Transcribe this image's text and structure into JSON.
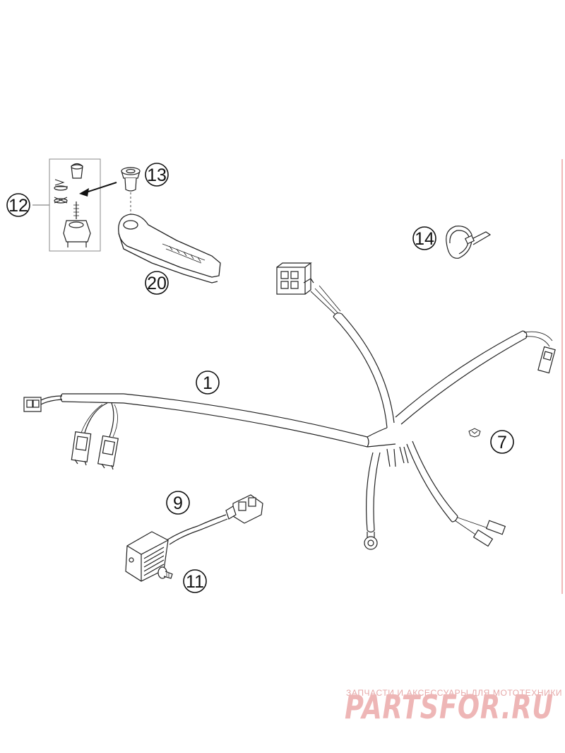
{
  "callouts": {
    "harness": "1",
    "clip": "7",
    "regulator": "9",
    "screw": "11",
    "switch_kit": "12",
    "grommet": "13",
    "cable_tie": "14",
    "bracket": "20"
  },
  "watermark": {
    "tagline": "ЗАПЧАСТИ И АКСЕССУАРЫ ДЛЯ МОТОТЕХНИКИ",
    "logo": "PARTSFOR.RU"
  },
  "colors": {
    "line": "#222222",
    "watermark": "#e9a9a9",
    "edge_line": "#e07070"
  }
}
